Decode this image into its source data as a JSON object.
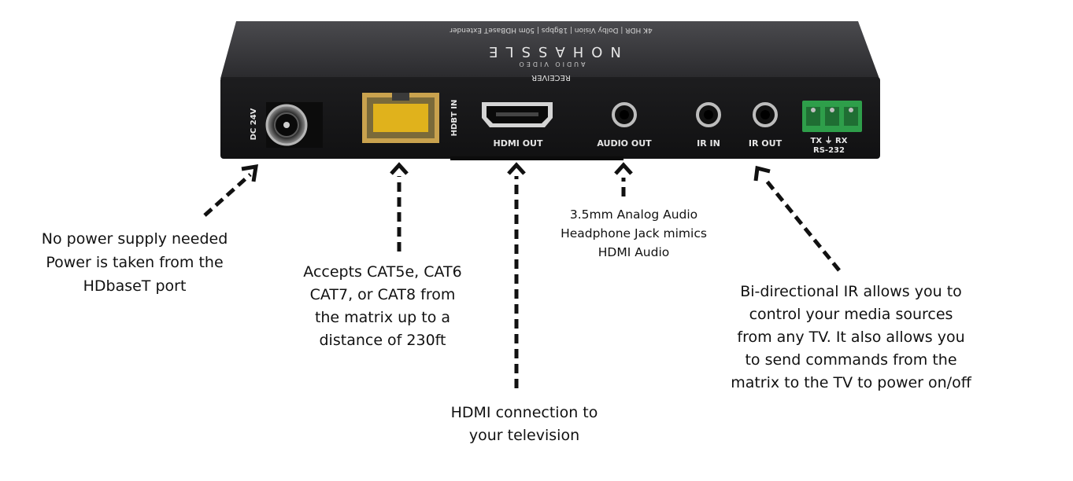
{
  "device": {
    "top_text": "4K HDR | Dolby Vision | 18gbps | 50m HDBaseT Extender",
    "brand": "NOHASSLE",
    "sub_brand": "AUDIO VIDEO",
    "model": "RECEIVER",
    "labels": {
      "dc": "DC 24V",
      "hdbt": "HDBT IN",
      "hdmi": "HDMI OUT",
      "audio": "AUDIO OUT",
      "ir_in": "IR IN",
      "ir_out": "IR OUT",
      "terminal": "TX ⏚ RX",
      "rs232": "RS-232"
    }
  },
  "callouts": [
    {
      "id": "power",
      "lines": [
        "No power supply needed",
        "Power is taken from the",
        "HDbaseT port"
      ]
    },
    {
      "id": "cat",
      "lines": [
        "Accepts CAT5e, CAT6",
        "CAT7, or CAT8 from",
        "the matrix up to a",
        "distance of 230ft"
      ]
    },
    {
      "id": "hdmi",
      "lines": [
        "HDMI connection to",
        "your television"
      ]
    },
    {
      "id": "audio",
      "lines": [
        "3.5mm Analog Audio",
        "Headphone Jack mimics",
        "HDMI Audio"
      ]
    },
    {
      "id": "ir",
      "lines": [
        "Bi-directional IR allows you to",
        "control your media sources",
        "from any TV. It also allows you",
        "to send commands from the",
        "matrix to the TV to power on/off"
      ]
    }
  ],
  "colors": {
    "body": "#232325",
    "face": "#151516",
    "lid": "#3c3c3f",
    "text_on_device": "#e6e6e6",
    "rj45_metal": "#c9a24e",
    "rj45_insert": "#e0b21c",
    "terminal": "#2e9e4a",
    "arrow": "#111111"
  }
}
